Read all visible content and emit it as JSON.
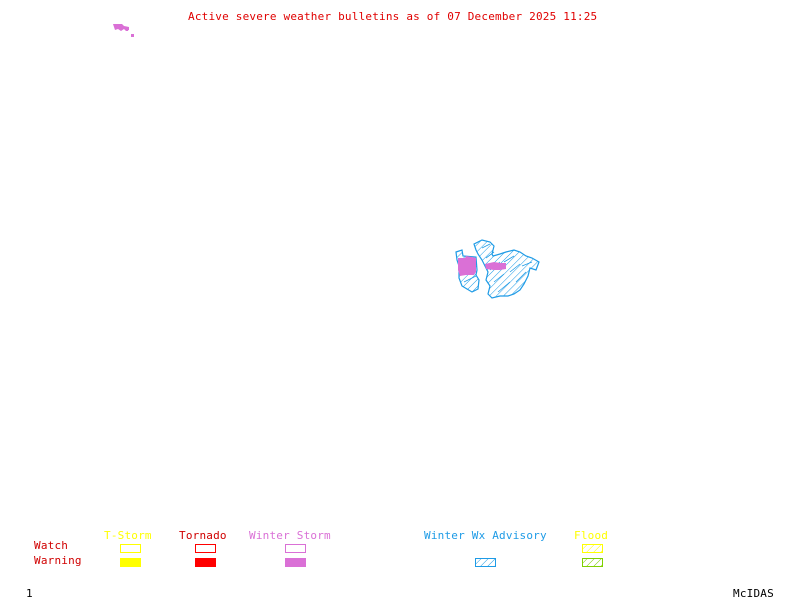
{
  "title": "Active severe weather bulletins as of 07 December 2025 11:25",
  "frame_number": "1",
  "brand": "McIDAS",
  "legend": {
    "rows": [
      "Watch",
      "Warning"
    ],
    "categories": [
      {
        "name": "T-Storm",
        "color": "#ffff00",
        "watch": "outline",
        "warning": "solid"
      },
      {
        "name": "Tornado",
        "color": "#ff0000",
        "watch": "outline",
        "warning": "solid"
      },
      {
        "name": "Winter Storm",
        "color": "#da70d6",
        "watch": "outline",
        "warning": "solid"
      },
      {
        "name": "Winter Wx Advisory",
        "color": "#1e9be6",
        "watch": null,
        "warning": "hatched"
      },
      {
        "name": "Flood",
        "color": "#ffff00",
        "warning_color": "#7fd000",
        "watch": "hatched",
        "warning": "hatched"
      }
    ]
  },
  "map_features": [
    {
      "type": "winter-storm-warning",
      "region": "north-west small area",
      "color": "#da70d6"
    },
    {
      "type": "winter-wx-advisory",
      "region": "central-east cluster",
      "color": "#1e9be6"
    },
    {
      "type": "winter-storm-warning",
      "region": "central-east cluster",
      "color": "#da70d6"
    }
  ]
}
